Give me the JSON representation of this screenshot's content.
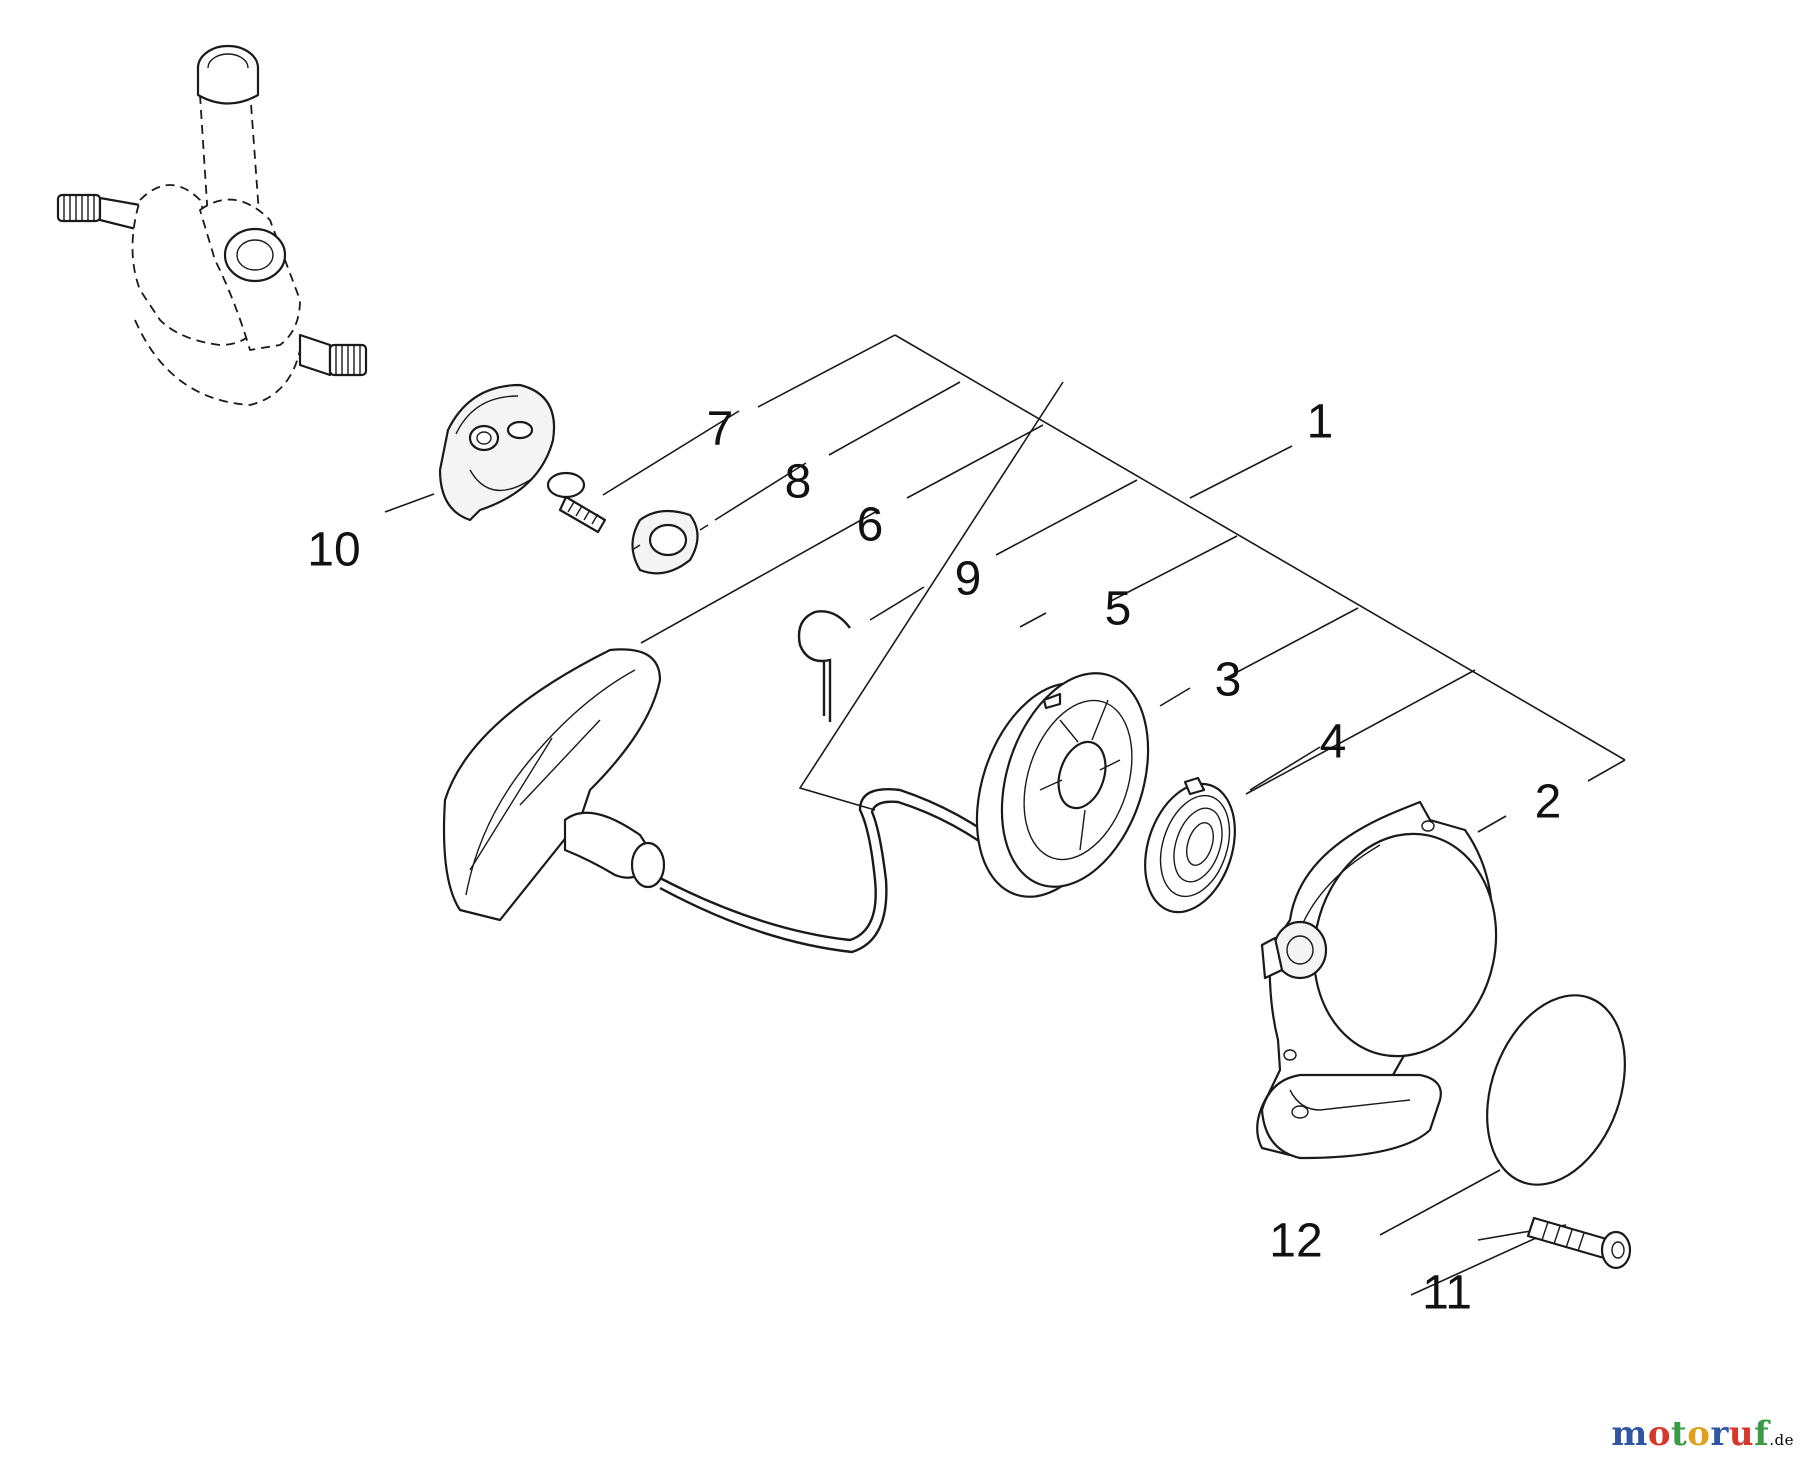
{
  "callouts": {
    "c1": "1",
    "c2": "2",
    "c3": "3",
    "c4": "4",
    "c5": "5",
    "c6": "6",
    "c7": "7",
    "c8": "8",
    "c9": "9",
    "c10": "10",
    "c11": "11",
    "c12": "12"
  },
  "watermark": {
    "letters": [
      "m",
      "o",
      "t",
      "o",
      "r",
      "u",
      "f"
    ],
    "colors": [
      "#2f55a4",
      "#d6392b",
      "#3a9a45",
      "#e0a01f",
      "#2f55a4",
      "#d6392b",
      "#3a9a45"
    ],
    "tld": ".de"
  }
}
